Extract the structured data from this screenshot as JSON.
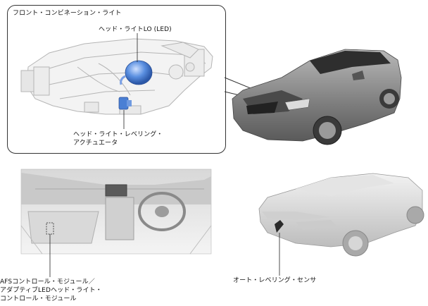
{
  "labels": {
    "front_combination_light": "フロント・コンビネーション・ライト",
    "headlight_lo": "ヘッド・ライトLO (LED)",
    "leveling_actuator_line1": "ヘッド・ライト・レベリング・",
    "leveling_actuator_line2": "アクチュエータ",
    "afs_module_line1": "AFSコントロール・モジュール／",
    "afs_module_line2": "アダプティブLEDヘッド・ライト・",
    "afs_module_line3": "コントロール・モジュール",
    "auto_leveling_sensor": "オート・レベリング・センサ"
  },
  "colors": {
    "outline": "#333333",
    "component_highlight": "#4a7fd4",
    "car_body": "#8f8f8f",
    "interior": "#bcbcbc"
  }
}
